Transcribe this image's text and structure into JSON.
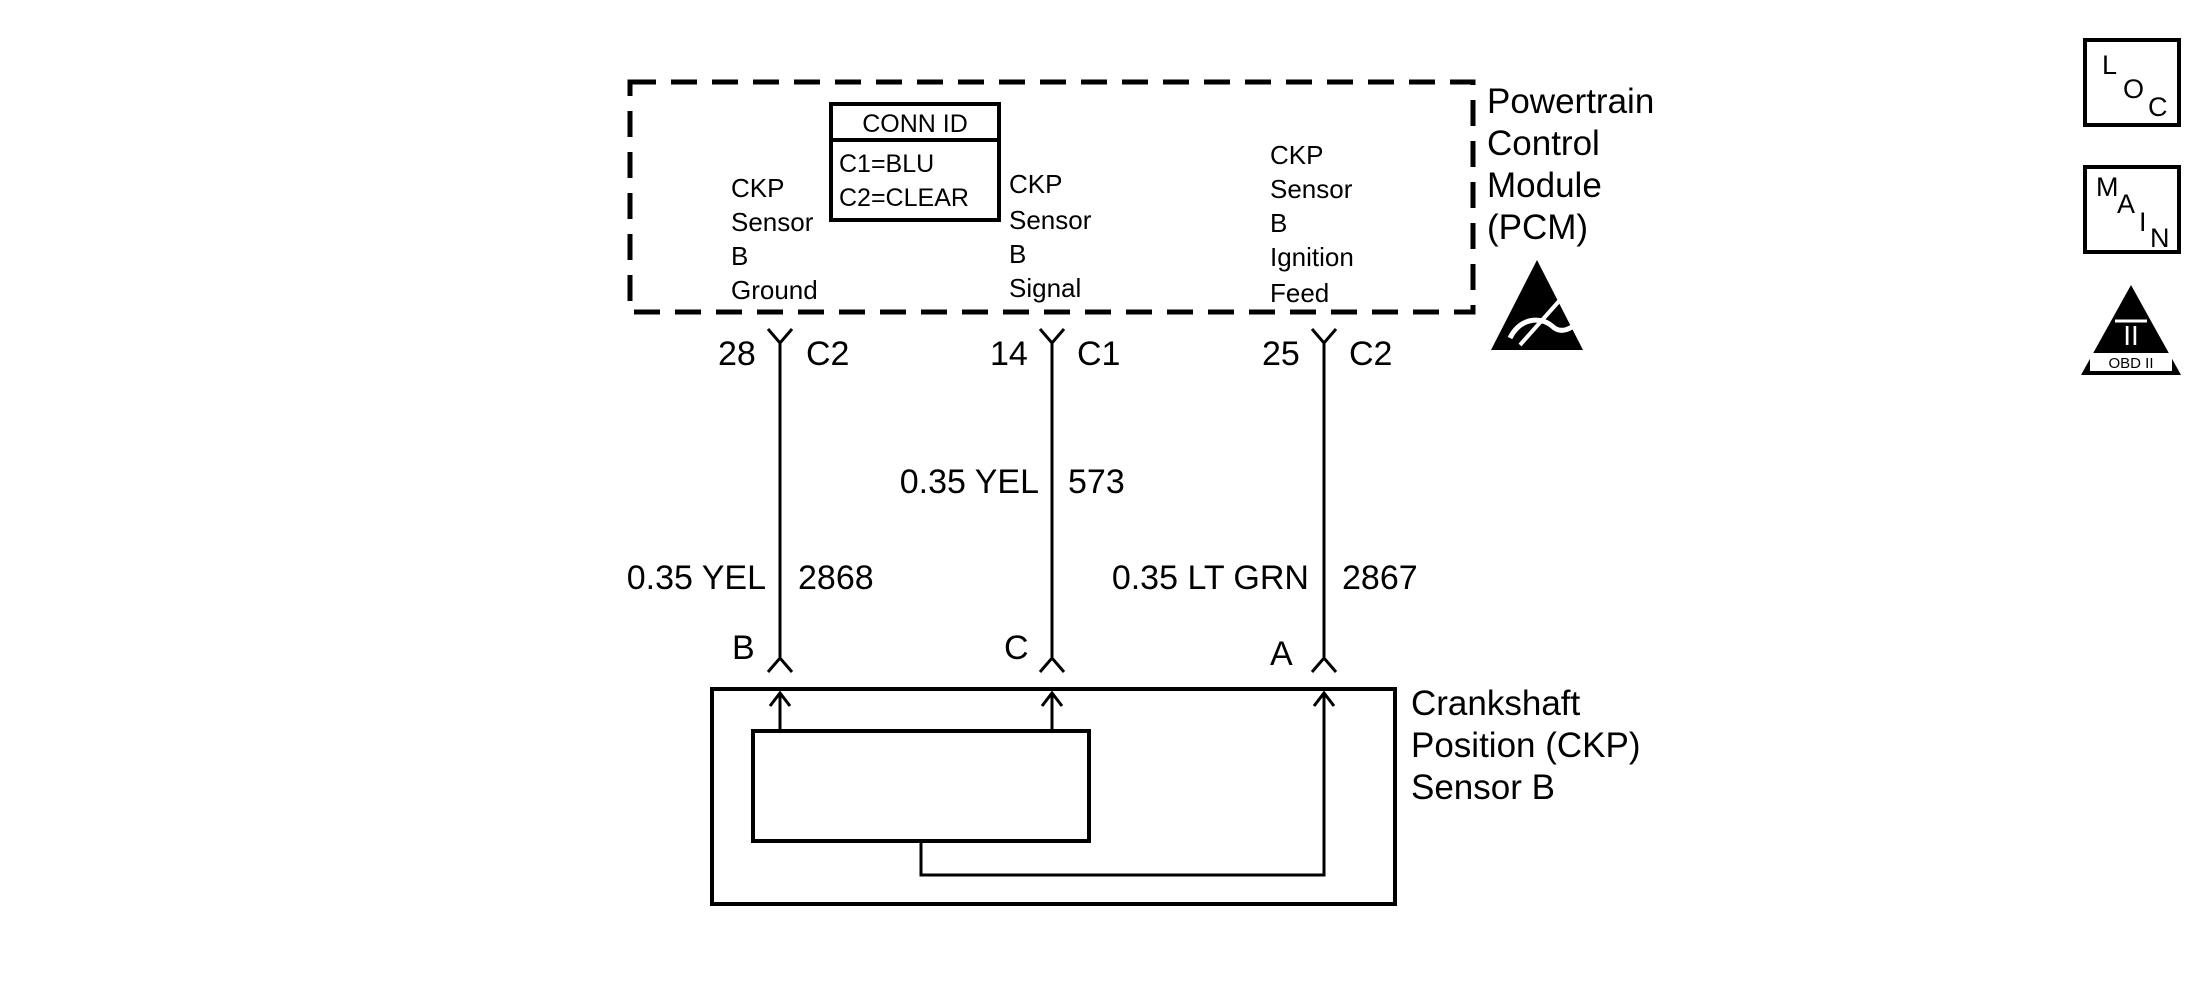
{
  "pcm": {
    "title_lines": [
      "Powertrain",
      "Control",
      "Module",
      "(PCM)"
    ]
  },
  "conn_id": {
    "header": "CONN ID",
    "c1": "C1=BLU",
    "c2": "C2=CLEAR"
  },
  "terminals": [
    {
      "label_lines": [
        "CKP",
        "Sensor",
        "B",
        "Ground"
      ],
      "pin": "28",
      "connector": "C2",
      "sensor_pin": "B"
    },
    {
      "label_lines": [
        "CKP",
        "Sensor",
        "B",
        "Signal"
      ],
      "pin": "14",
      "connector": "C1",
      "sensor_pin": "C"
    },
    {
      "label_lines": [
        "CKP",
        "Sensor",
        "B",
        "Ignition",
        "Feed"
      ],
      "pin": "25",
      "connector": "C2",
      "sensor_pin": "A"
    }
  ],
  "wires": [
    {
      "gauge_color": "0.35 YEL",
      "circuit": "2868"
    },
    {
      "gauge_color": "0.35 YEL",
      "circuit": "573"
    },
    {
      "gauge_color": "0.35 LT GRN",
      "circuit": "2867"
    }
  ],
  "sensor": {
    "title_lines": [
      "Crankshaft",
      "Position (CKP)",
      "Sensor B"
    ]
  },
  "icons": {
    "loc": {
      "letters": [
        "L",
        "O",
        "C"
      ]
    },
    "main": {
      "letters": [
        "M",
        "A",
        "I",
        "N"
      ]
    },
    "obd": {
      "numeral": "II",
      "label": "OBD II"
    },
    "esd": {
      "name": "esd-sensitive-icon"
    }
  }
}
